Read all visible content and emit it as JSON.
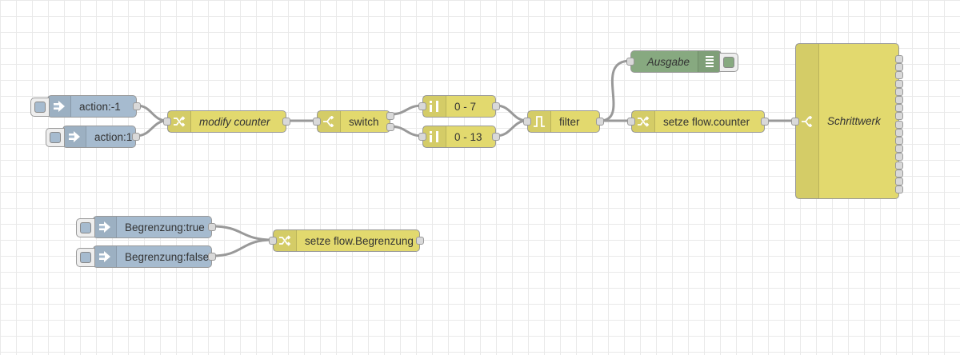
{
  "workspace": {
    "nodes": {
      "inject_action_minus": {
        "label": "action:-1",
        "type": "inject",
        "icon": "arrow-in-icon"
      },
      "inject_action_plus": {
        "label": "action:1",
        "type": "inject",
        "icon": "arrow-in-icon"
      },
      "modify_counter": {
        "label": "modify counter",
        "type": "change",
        "icon": "shuffle-icon"
      },
      "switch": {
        "label": "switch",
        "type": "switch",
        "icon": "switch-icon"
      },
      "range_0_7": {
        "label": "0 - 7",
        "type": "range",
        "icon": "range-icon"
      },
      "range_0_13": {
        "label": "0 - 13",
        "type": "range",
        "icon": "range-icon"
      },
      "filter": {
        "label": "filter",
        "type": "filter",
        "icon": "filter-icon"
      },
      "ausgabe": {
        "label": "Ausgabe",
        "type": "debug",
        "icon": "debug-list-icon"
      },
      "setze_flow_counter": {
        "label": "setze flow.counter",
        "type": "change",
        "icon": "shuffle-icon"
      },
      "schrittwerk": {
        "label": "Schrittwerk",
        "type": "switch",
        "icon": "switch-icon",
        "outputs": 17
      },
      "inject_begrenzung_true": {
        "label": "Begrenzung:true",
        "type": "inject",
        "icon": "arrow-in-icon"
      },
      "inject_begrenzung_false": {
        "label": "Begrenzung:false",
        "type": "inject",
        "icon": "arrow-in-icon"
      },
      "setze_flow_begrenzung": {
        "label": "setze flow.Begrenzung",
        "type": "change",
        "icon": "shuffle-icon"
      }
    },
    "colors": {
      "function": "#e2d96e",
      "input": "#a6bbcf",
      "debug": "#87a980",
      "wire": "#999999",
      "grid": "#e9e9e9"
    }
  }
}
